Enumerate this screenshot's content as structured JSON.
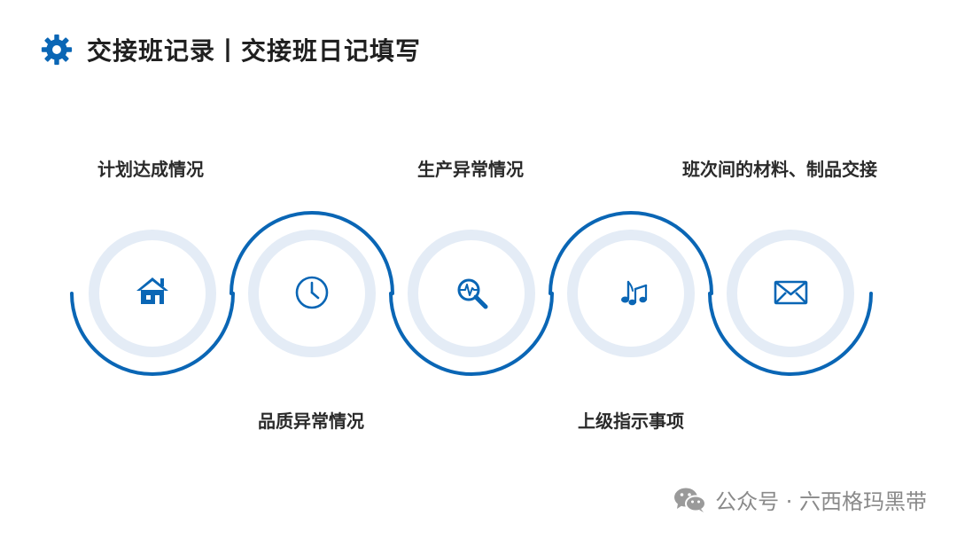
{
  "header": {
    "title": "交接班记录丨交接班日记填写",
    "icon": "gear-icon"
  },
  "colors": {
    "accent": "#0a66b5",
    "ring": "#e4ecf6"
  },
  "steps": [
    {
      "label": "计划达成情况",
      "icon": "house-icon",
      "label_position": "top"
    },
    {
      "label": "品质异常情况",
      "icon": "clock-icon",
      "label_position": "bottom"
    },
    {
      "label": "生产异常情况",
      "icon": "magnifier-pulse-icon",
      "label_position": "top"
    },
    {
      "label": "上级指示事项",
      "icon": "music-note-icon",
      "label_position": "bottom"
    },
    {
      "label": "班次间的材料、制品交接",
      "icon": "envelope-icon",
      "label_position": "top"
    }
  ],
  "watermark": {
    "text": "公众号 · 六西格玛黑带",
    "icon": "wechat-icon"
  }
}
